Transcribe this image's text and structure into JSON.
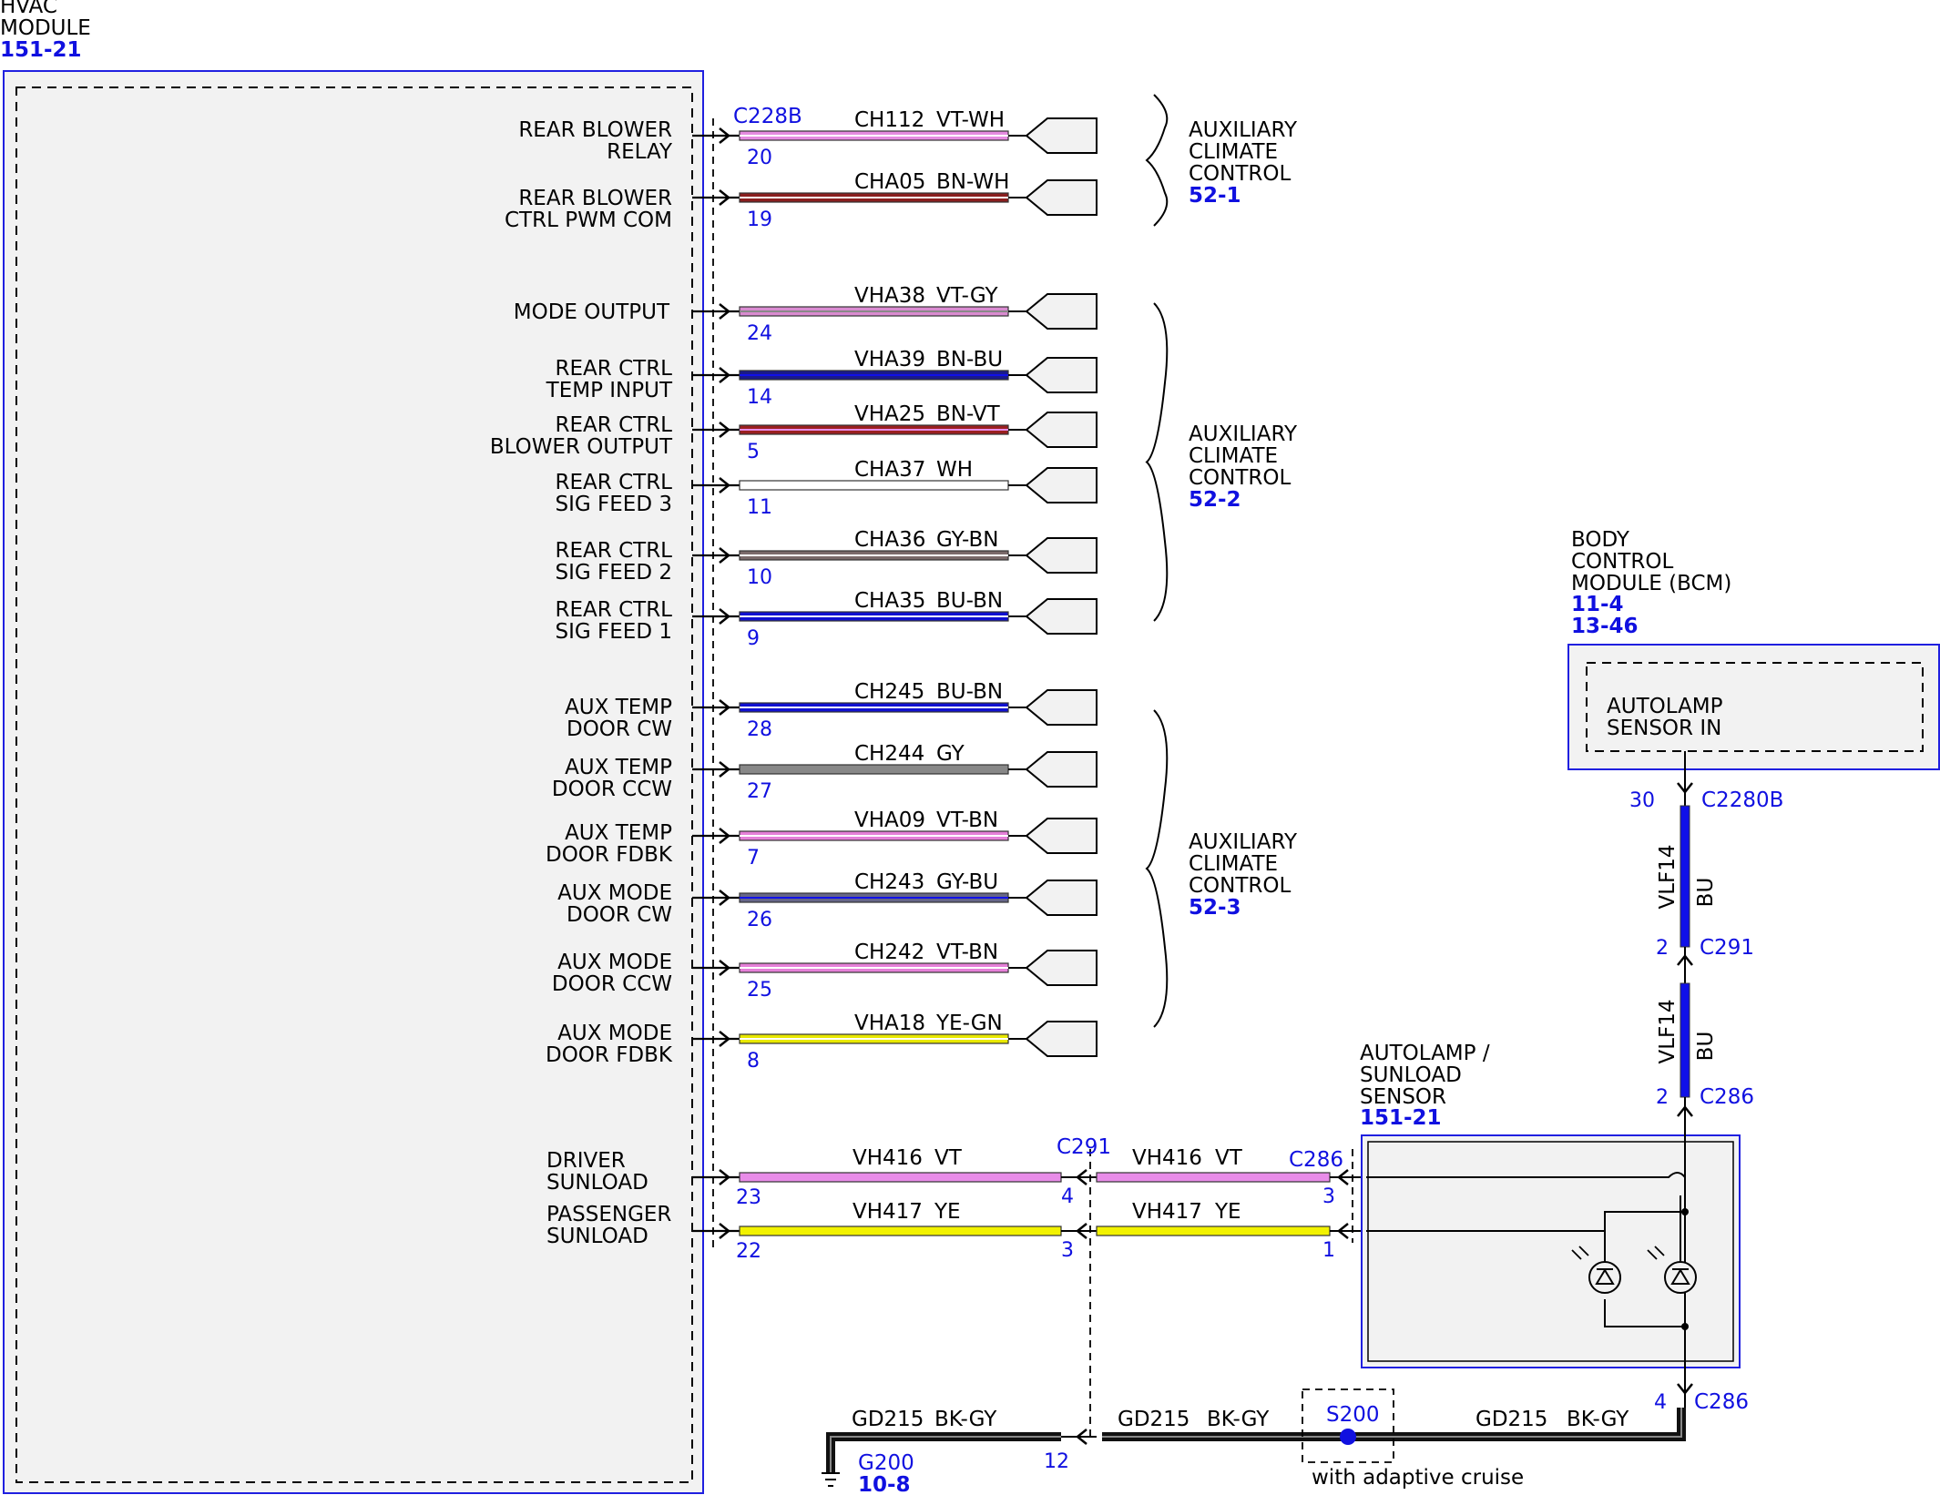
{
  "hvac": {
    "title_l1": "HVAC",
    "title_l2": "MODULE",
    "ref": "151-21"
  },
  "colors": {
    "VT-WH": "#e58be0",
    "BN-WH": "#8a1f1f",
    "VT-GY": "#d98bd0",
    "BN-BU": "#1a1a8a",
    "BN-VT": "#9a2020",
    "WH": "#ffffff",
    "GY-BN": "#7a6a6a",
    "BU-BN": "#1010d0",
    "GY": "#888888",
    "VT-BN": "#e580d8",
    "GY-BU": "#666688",
    "YE-GN": "#e8e800",
    "VT": "#e88ce8",
    "YE": "#f2f200",
    "BU": "#1010e8",
    "BK-GY": "#111111"
  },
  "circuits": [
    {
      "label_l1": "REAR BLOWER",
      "label_l2": "RELAY",
      "pin": "20",
      "circuit": "CH112",
      "color": "VT-WH",
      "connector": "C228B"
    },
    {
      "label_l1": "REAR BLOWER",
      "label_l2": "CTRL PWM COM",
      "pin": "19",
      "circuit": "CHA05",
      "color": "BN-WH"
    },
    {
      "label_l1": "MODE OUTPUT",
      "label_l2": "",
      "pin": "24",
      "circuit": "VHA38",
      "color": "VT-GY"
    },
    {
      "label_l1": "REAR CTRL",
      "label_l2": "TEMP INPUT",
      "pin": "14",
      "circuit": "VHA39",
      "color": "BN-BU"
    },
    {
      "label_l1": "REAR CTRL",
      "label_l2": "BLOWER OUTPUT",
      "pin": "5",
      "circuit": "VHA25",
      "color": "BN-VT"
    },
    {
      "label_l1": "REAR CTRL",
      "label_l2": "SIG FEED 3",
      "pin": "11",
      "circuit": "CHA37",
      "color": "WH"
    },
    {
      "label_l1": "REAR CTRL",
      "label_l2": "SIG FEED 2",
      "pin": "10",
      "circuit": "CHA36",
      "color": "GY-BN"
    },
    {
      "label_l1": "REAR CTRL",
      "label_l2": "SIG FEED 1",
      "pin": "9",
      "circuit": "CHA35",
      "color": "BU-BN"
    },
    {
      "label_l1": "AUX TEMP",
      "label_l2": "DOOR CW",
      "pin": "28",
      "circuit": "CH245",
      "color": "BU-BN"
    },
    {
      "label_l1": "AUX TEMP",
      "label_l2": "DOOR CCW",
      "pin": "27",
      "circuit": "CH244",
      "color": "GY"
    },
    {
      "label_l1": "AUX TEMP",
      "label_l2": "DOOR FDBK",
      "pin": "7",
      "circuit": "VHA09",
      "color": "VT-BN"
    },
    {
      "label_l1": "AUX MODE",
      "label_l2": "DOOR CW",
      "pin": "26",
      "circuit": "CH243",
      "color": "GY-BU"
    },
    {
      "label_l1": "AUX MODE",
      "label_l2": "DOOR CCW",
      "pin": "25",
      "circuit": "CH242",
      "color": "VT-BN"
    },
    {
      "label_l1": "AUX MODE",
      "label_l2": "DOOR FDBK",
      "pin": "8",
      "circuit": "VHA18",
      "color": "YE-GN"
    }
  ],
  "aux_groups": [
    {
      "l1": "AUXILIARY",
      "l2": "CLIMATE",
      "l3": "CONTROL",
      "ref": "52-1"
    },
    {
      "l1": "AUXILIARY",
      "l2": "CLIMATE",
      "l3": "CONTROL",
      "ref": "52-2"
    },
    {
      "l1": "AUXILIARY",
      "l2": "CLIMATE",
      "l3": "CONTROL",
      "ref": "52-3"
    }
  ],
  "sunload": [
    {
      "label_l1": "DRIVER",
      "label_l2": "SUNLOAD",
      "pin_hvac": "23",
      "circuit": "VH416",
      "color": "VT",
      "pin_c291": "4",
      "pin_c286": "3"
    },
    {
      "label_l1": "PASSENGER",
      "label_l2": "SUNLOAD",
      "pin_hvac": "22",
      "circuit": "VH417",
      "color": "YE",
      "pin_c291": "3",
      "pin_c286": "1"
    }
  ],
  "connectors": {
    "c291": "C291",
    "c286": "C286",
    "c2280b": "C2280B"
  },
  "bcm": {
    "l1": "BODY",
    "l2": "CONTROL",
    "l3": "MODULE (BCM)",
    "ref1": "11-4",
    "ref2": "13-46",
    "sig_l1": "AUTOLAMP",
    "sig_l2": "SENSOR IN"
  },
  "vertical": {
    "pin_bcm": "30",
    "pin_c291": "2",
    "pin_c286": "2",
    "circuit": "VLF14",
    "color": "BU"
  },
  "sensor": {
    "l1": "AUTOLAMP /",
    "l2": "SUNLOAD",
    "l3": "SENSOR",
    "ref": "151-21"
  },
  "ground": {
    "pin_c286": "4",
    "pin_c291": "12",
    "circuit": "GD215",
    "color": "BK-GY",
    "splice": "S200",
    "splice_note": "with adaptive cruise",
    "g_name": "G200",
    "g_ref": "10-8"
  }
}
